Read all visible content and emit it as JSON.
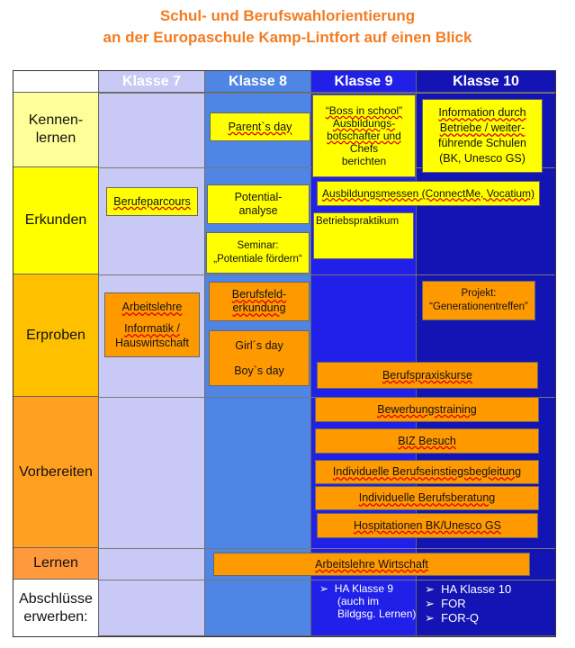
{
  "title": {
    "line1": "Schul- und Berufswahlorientierung",
    "line2": "an der Europaschule Kamp-Lintfort auf einen Blick"
  },
  "columns": [
    "Klasse 7",
    "Klasse 8",
    "Klasse 9",
    "Klasse 10"
  ],
  "rows": [
    "Kennen-lernen",
    "Erkunden",
    "Erproben",
    "Vorbereiten",
    "Lernen",
    "Abschlüsse erwerben:"
  ],
  "colors": {
    "klasse7": "#c9c9f5",
    "klasse8": "#4f86e6",
    "klasse9": "#2020e8",
    "klasse10": "#1414b4",
    "yellow": "#ffff00",
    "orange": "#ff9900"
  },
  "boxes": {
    "parents_day": "Parent`s day",
    "boss_in_school_1": "“Boss in school”",
    "boss_in_school_2": "Ausbildungs-",
    "boss_in_school_3": "botschafter und",
    "boss_in_school_4": "Chefs",
    "boss_in_school_5": "berichten",
    "information_1": "Information durch",
    "information_2": "Betriebe / weiter-",
    "information_3": "führende Schulen",
    "information_4": "(BK, Unesco GS)",
    "berufeparcours": "Berufeparcours",
    "potentialanalyse_1": "Potential-",
    "potentialanalyse_2": "analyse",
    "ausbildungsmessen": "Ausbildungsmessen (ConnectMe, Vocatium)",
    "seminar_1": "Seminar:",
    "seminar_2": "„Potentiale fördern“",
    "betriebspraktikum": "Betriebspraktikum",
    "arbeitslehre_1": "Arbeitslehre",
    "arbeitslehre_2": "Informatik /",
    "arbeitslehre_3": "Hauswirtschaft",
    "berufsfelderkundung_1": "Berufsfeld-",
    "berufsfelderkundung_2": "erkundung",
    "projekt_1": "Projekt:",
    "projekt_2": "“Generationentreffen”",
    "girls_day": "Girl´s day",
    "boys_day": "Boy`s day",
    "berufspraxiskurse": "Berufspraxiskurse",
    "bewerbungstraining": "Bewerbungstraining",
    "biz_besuch": "BIZ Besuch",
    "berufseinstiegsbegleitung": "Individuelle Berufseinstiegsbegleitung",
    "berufsberatung": "Individuelle Berufsberatung",
    "hospitationen": "Hospitationen BK/Unesco GS",
    "arbeitslehre_wirtschaft": "Arbeitslehre Wirtschaft"
  },
  "abschluesse": {
    "k9_1": "HA Klasse 9",
    "k9_2": "(auch im",
    "k9_3": "Bildgsg. Lernen)",
    "k10_1": "HA Klasse 10",
    "k10_2": "FOR",
    "k10_3": "FOR-Q",
    "bullet": "➢"
  }
}
